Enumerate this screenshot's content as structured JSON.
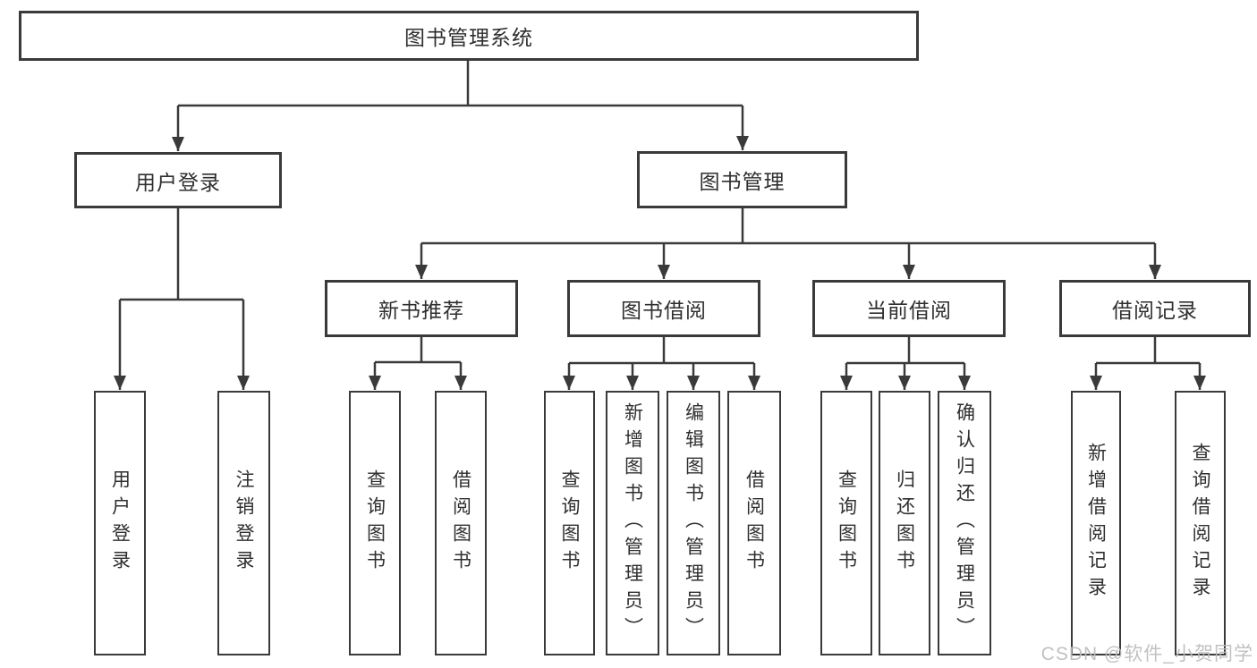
{
  "colors": {
    "line": "#3a3a3a",
    "text": "#2f2f2f",
    "background": "#ffffff",
    "watermark": "#bdbcbc"
  },
  "tree": {
    "root": {
      "label": "图书管理系统"
    },
    "branches": [
      {
        "label": "用户登录",
        "children": [
          {
            "label": "用户登录"
          },
          {
            "label": "注销登录"
          }
        ]
      },
      {
        "label": "图书管理",
        "children": [
          {
            "label": "新书推荐",
            "children": [
              {
                "label": "查询图书"
              },
              {
                "label": "借阅图书"
              }
            ]
          },
          {
            "label": "图书借阅",
            "children": [
              {
                "label": "查询图书"
              },
              {
                "label": "新增图书（管理员）"
              },
              {
                "label": "编辑图书（管理员）"
              },
              {
                "label": "借阅图书"
              }
            ]
          },
          {
            "label": "当前借阅",
            "children": [
              {
                "label": "查询图书"
              },
              {
                "label": "归还图书"
              },
              {
                "label": "确认归还（管理员）"
              }
            ]
          },
          {
            "label": "借阅记录",
            "children": [
              {
                "label": "新增借阅记录"
              },
              {
                "label": "查询借阅记录"
              }
            ]
          }
        ]
      }
    ]
  },
  "watermark": {
    "text": "CSDN @软件_小贺同学"
  }
}
